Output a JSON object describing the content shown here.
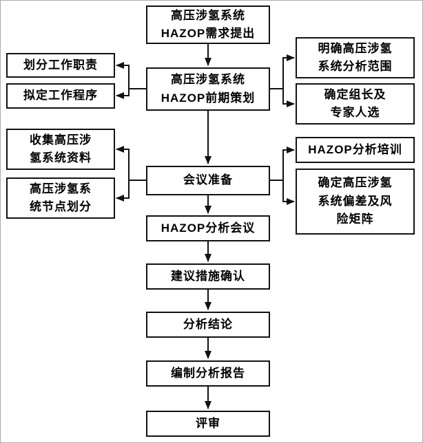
{
  "diagram": {
    "type": "flowchart",
    "colors": {
      "line": "#111111",
      "box_border": "#111111",
      "box_fill": "#ffffff",
      "text": "#000000"
    },
    "nodes": {
      "center_requirement": "高压涉氢系统\nHAZOP需求提出",
      "center_planning": "高压涉氢系统\nHAZOP前期策划",
      "center_meeting_prep": "会议准备",
      "center_analysis_meeting": "HAZOP分析会议",
      "center_measures_confirm": "建议措施确认",
      "center_conclusion": "分析结论",
      "center_report": "编制分析报告",
      "center_review": "评审",
      "left_duty": "划分工作职责",
      "left_procedure": "拟定工作程序",
      "left_collect": "收集高压涉\n氢系统资料",
      "left_node_division": "高压涉氢系\n统节点划分",
      "right_scope": "明确高压涉氢\n系统分析范围",
      "right_leader": "确定组长及\n专家人选",
      "right_training": "HAZOP分析培训",
      "right_deviation": "确定高压涉氢\n系统偏差及风\n险矩阵"
    }
  }
}
